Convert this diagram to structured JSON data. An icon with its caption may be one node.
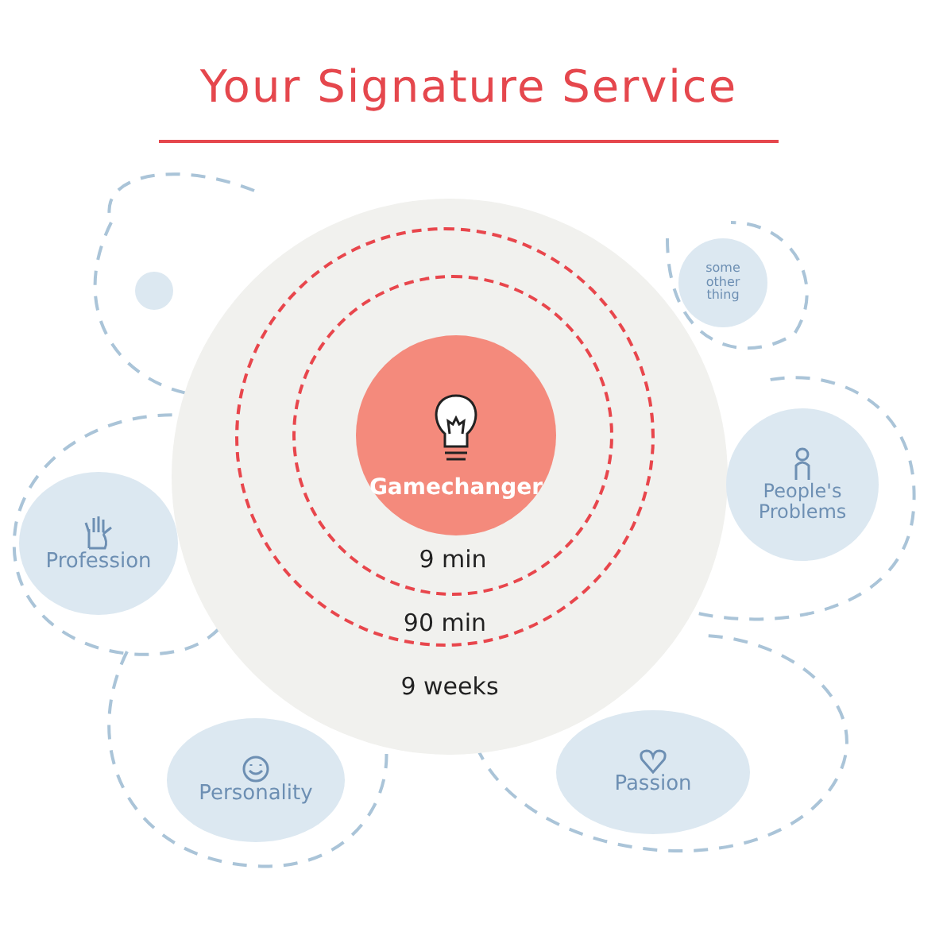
{
  "diagram": {
    "title": "Your Signature Service",
    "nodes": [
      {
        "text": [
          "9 weeks"
        ]
      },
      {
        "text": [
          "90 min"
        ],
        "in": 0
      },
      {
        "text": [
          "9 min"
        ],
        "in": 1
      },
      {
        "text": [
          "Gamechanger"
        ],
        "in": 2
      },
      {
        "text": [],
        "shape": "circle"
      },
      {
        "text": [
          "some other thing"
        ]
      },
      {
        "text": [
          "People's Problems"
        ]
      },
      {
        "text": [
          "Profession"
        ]
      },
      {
        "text": [
          "Personality"
        ]
      },
      {
        "text": [
          "Passion"
        ]
      }
    ]
  }
}
